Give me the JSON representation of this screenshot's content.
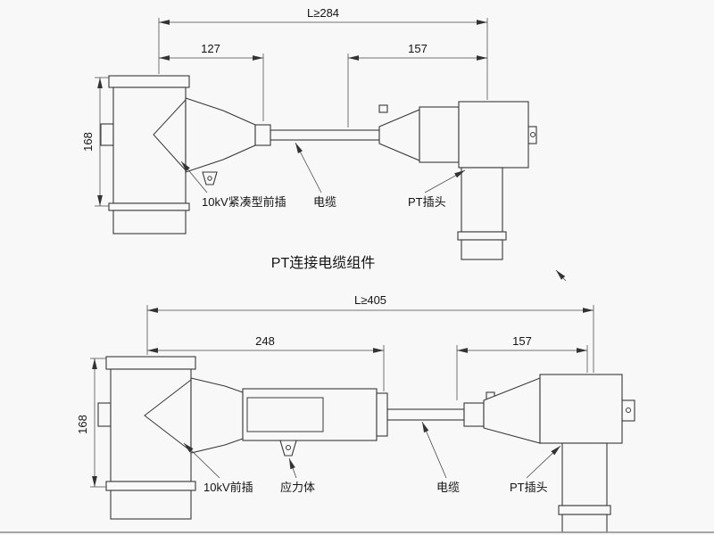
{
  "top_view": {
    "caption": "PT连接电缆组件",
    "dim_overall": "L≥284",
    "dim_front_plug": "127",
    "dim_pt_plug": "157",
    "dim_height": "168",
    "labels": {
      "front_plug": "10kV紧凑型前插",
      "cable": "电缆",
      "pt_plug": "PT插头"
    }
  },
  "bottom_view": {
    "dim_overall": "L≥405",
    "dim_front_plug": "248",
    "dim_pt_plug": "157",
    "dim_height": "168",
    "labels": {
      "front_plug": "10kV前插",
      "stress_cone": "应力体",
      "cable": "电缆",
      "pt_plug": "PT插头"
    }
  }
}
